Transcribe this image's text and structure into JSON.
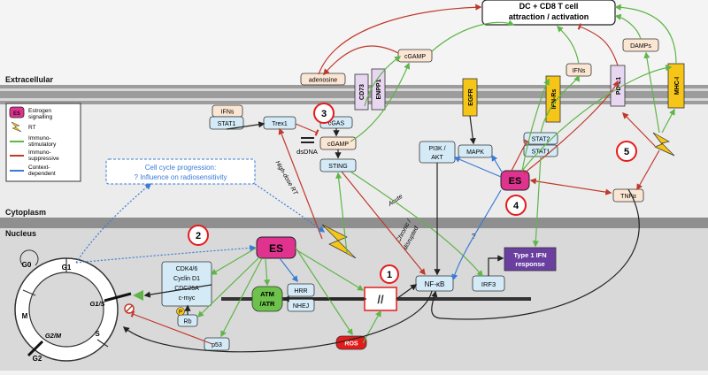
{
  "regions": {
    "extracellular": "Extracellular",
    "cytoplasm": "Cytoplasm",
    "nucleus": "Nucleus"
  },
  "header": {
    "dc_cd8_line1": "DC + CD8 T cell",
    "dc_cd8_line2": "attraction / activation"
  },
  "legend": {
    "es_label": "Estrogen",
    "es_label2": "signalling",
    "es_badge": "ES",
    "rt_label": "RT",
    "immuno_stim": "Immuno-",
    "immuno_stim2": "stimulatory",
    "immuno_supp": "Immuno-",
    "immuno_supp2": "suppressive",
    "context": "Context-",
    "context2": "dependent"
  },
  "colors": {
    "stimulatory": "#5fb548",
    "suppressive": "#c0392b",
    "context": "#3a7bd5",
    "es_pink": "#e0338f",
    "ros_red": "#e51b1b",
    "type1_purple": "#6a3fa0",
    "yellow": "#f5c518"
  },
  "extracellular_boxes": {
    "cgamp": "cGAMP",
    "adenosine": "adenosine",
    "cd73": "CD73",
    "enpp1": "ENPP1",
    "ifns": "IFNs",
    "damps": "DAMPs",
    "egfr": "EGFR",
    "ifn_rs": "IFN-Rs",
    "pd_l1": "PD-L1",
    "mhc_i": "MHC-I"
  },
  "cytoplasm_boxes": {
    "ifns": "IFNs",
    "stat1_left": "STAT1",
    "trex1": "Trex1",
    "cgas": "cGAS",
    "cgamp": "cGAMP",
    "dsdna": "dsDNA",
    "sting": "STING",
    "pi3k": "PI3K /",
    "akt": "AKT",
    "mapk": "MAPK",
    "stat2": "STAT2",
    "stat1": "STAT1",
    "es": "ES",
    "tnfa": "TNFα",
    "cell_cycle_1": "Cell cycle progression:",
    "cell_cycle_2": "? Influence on radiosensitivity",
    "high_dose_rt": "High-dose RT",
    "acute": "Acute",
    "chronic1": "Chronic /",
    "chronic2": "disrupted",
    "question": "?"
  },
  "nucleus_boxes": {
    "es": "ES",
    "cdk46": "CDK4/6",
    "cyclin_d1": "Cyclin D1",
    "cdc25a": "CDC25A",
    "cmyc": "c-myc",
    "rb": "Rb",
    "p": "P",
    "p53": "p53",
    "atm": "ATM",
    "atr": "/ATR",
    "hrr": "HRR",
    "nhej": "NHEJ",
    "ros": "ROS",
    "nfkb": "NF-κB",
    "irf3": "IRF3",
    "type1_1": "Type 1 IFN",
    "type1_2": "response",
    "dsb": "//"
  },
  "cell_cycle": {
    "g0": "G0",
    "g1": "G1",
    "g1s": "G1/S",
    "s": "S",
    "g2m": "G2/M",
    "g2": "G2",
    "m": "M"
  },
  "markers": [
    "1",
    "2",
    "3",
    "4",
    "5"
  ]
}
